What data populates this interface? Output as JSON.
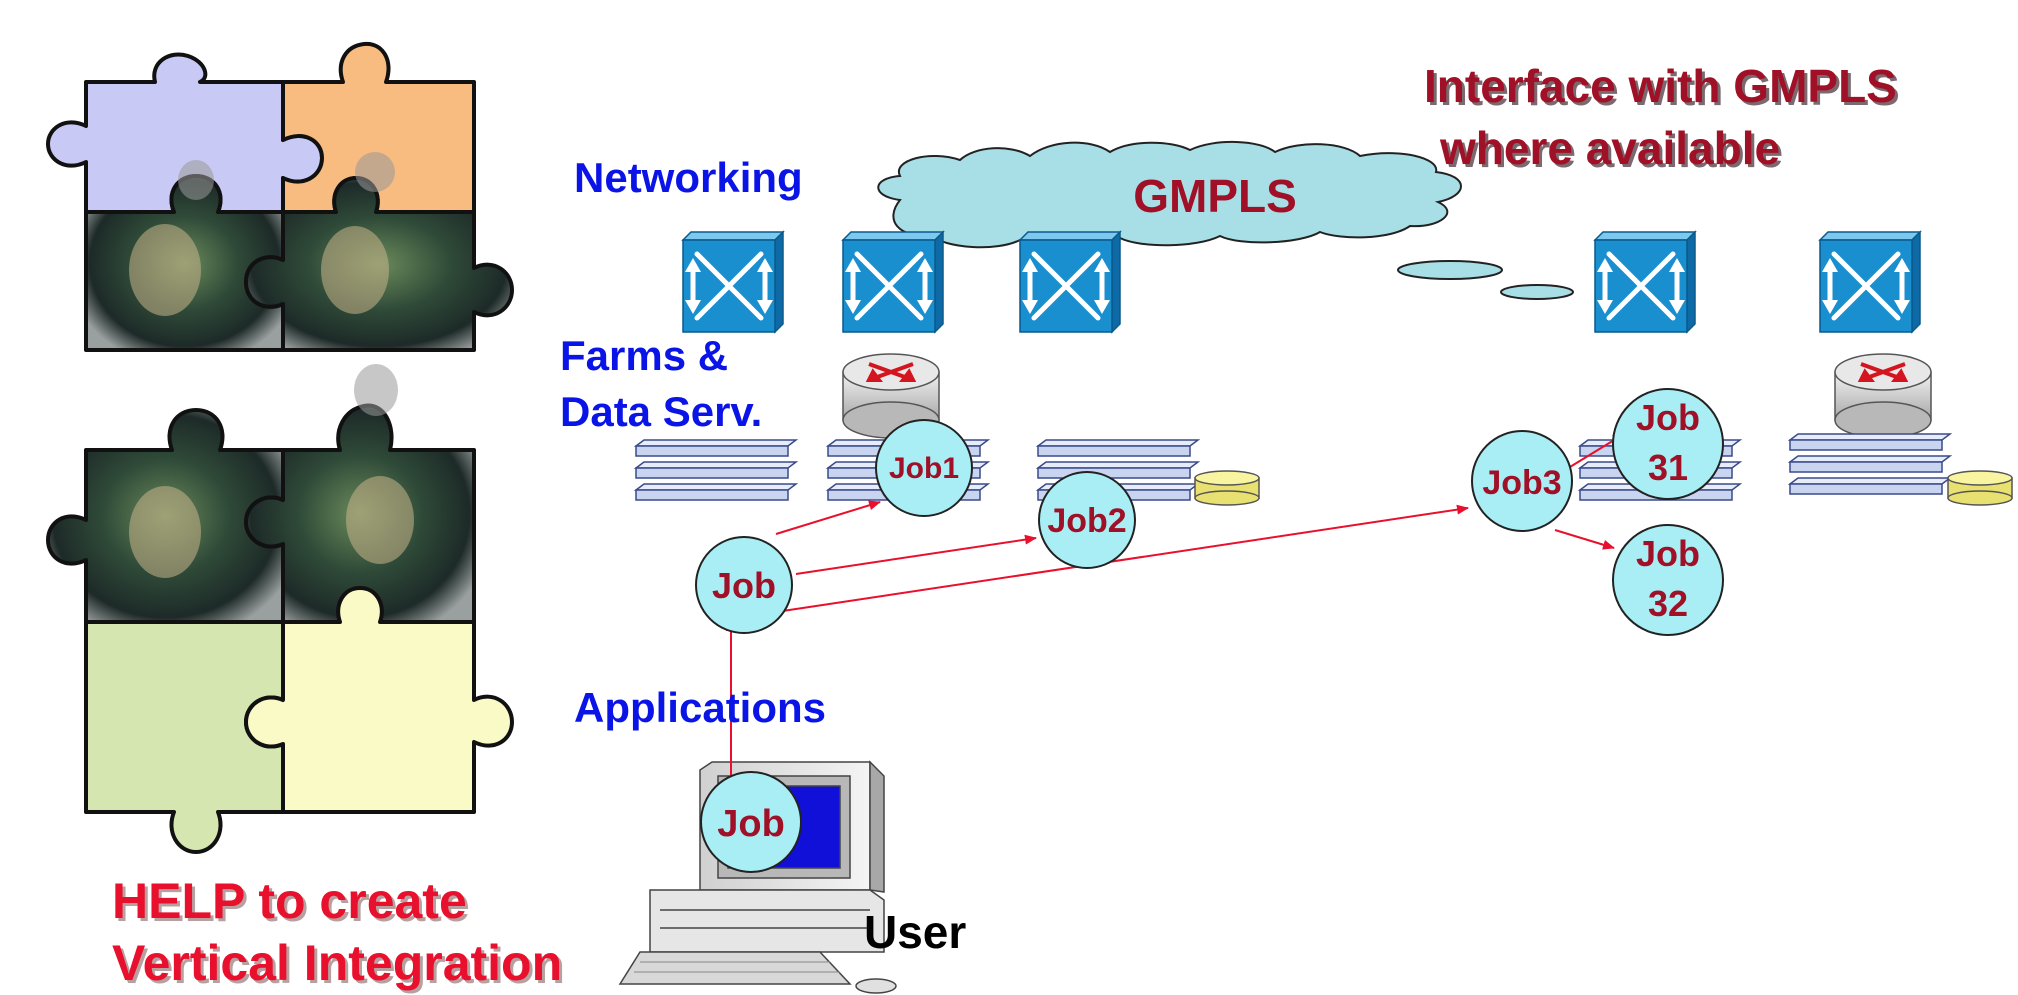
{
  "labels": {
    "networking": "Networking",
    "farms_line1": "Farms &",
    "farms_line2": "Data Serv.",
    "applications": "Applications",
    "user": "User",
    "gmpls": "GMPLS",
    "interface_line1": "Interface with GMPLS",
    "interface_line2": "where available",
    "help_line1": "HELP to create",
    "help_line2": "Vertical Integration"
  },
  "jobs": {
    "user_job": "Job",
    "main_job": "Job",
    "job1": "Job1",
    "job2": "Job2",
    "job3": "Job3",
    "job31_line1": "Job",
    "job31_line2": "31",
    "job32_line1": "Job",
    "job32_line2": "32"
  },
  "colors": {
    "label_blue": "#0a14e6",
    "dark_red": "#a01026",
    "help_red": "#e8102c",
    "arrow": "#e8102c",
    "job_fill": "#a8eef4",
    "cloud_fill": "#a8dfe6",
    "switch_blue": "#1a8fd0",
    "server_fill": "#c8d4f0",
    "disk_fill": "#f4f08c",
    "puzzle_lavender": "#c9c9f5",
    "puzzle_orange": "#f8bb80",
    "puzzle_green": "#d6e6b0",
    "puzzle_yellow": "#fafac6"
  },
  "icons": [
    "optical-switch-icon",
    "router-icon",
    "server-rack-icon",
    "disk-icon",
    "workstation-icon",
    "puzzle-piece-icon",
    "cloud-icon"
  ]
}
